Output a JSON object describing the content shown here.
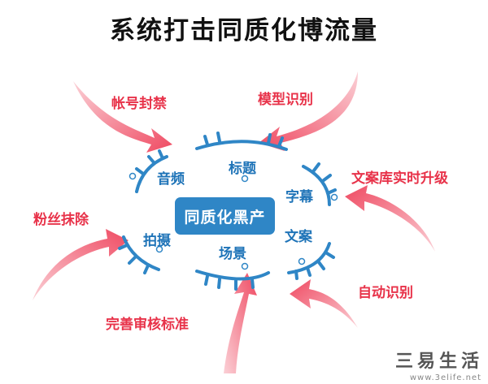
{
  "title": "系统打击同质化博流量",
  "center": "同质化黑产",
  "blue_labels": {
    "audio": "音频",
    "title_field": "标题",
    "subtitles": "字幕",
    "shooting": "拍摄",
    "scene": "场景",
    "copywriting": "文案"
  },
  "red_labels": {
    "account_ban": "帐号封禁",
    "model_recognition": "模型识别",
    "library_upgrade": "文案库实时升级",
    "fans_removal": "粉丝抹除",
    "auto_recognition": "自动识别",
    "review_standard": "完善审核标准"
  },
  "watermark": {
    "logo": "三易生活",
    "url": "www.3elife.net"
  },
  "colors": {
    "arrow_red": "#f0546a",
    "arc_blue": "#2f86c6",
    "title": "#111111"
  }
}
